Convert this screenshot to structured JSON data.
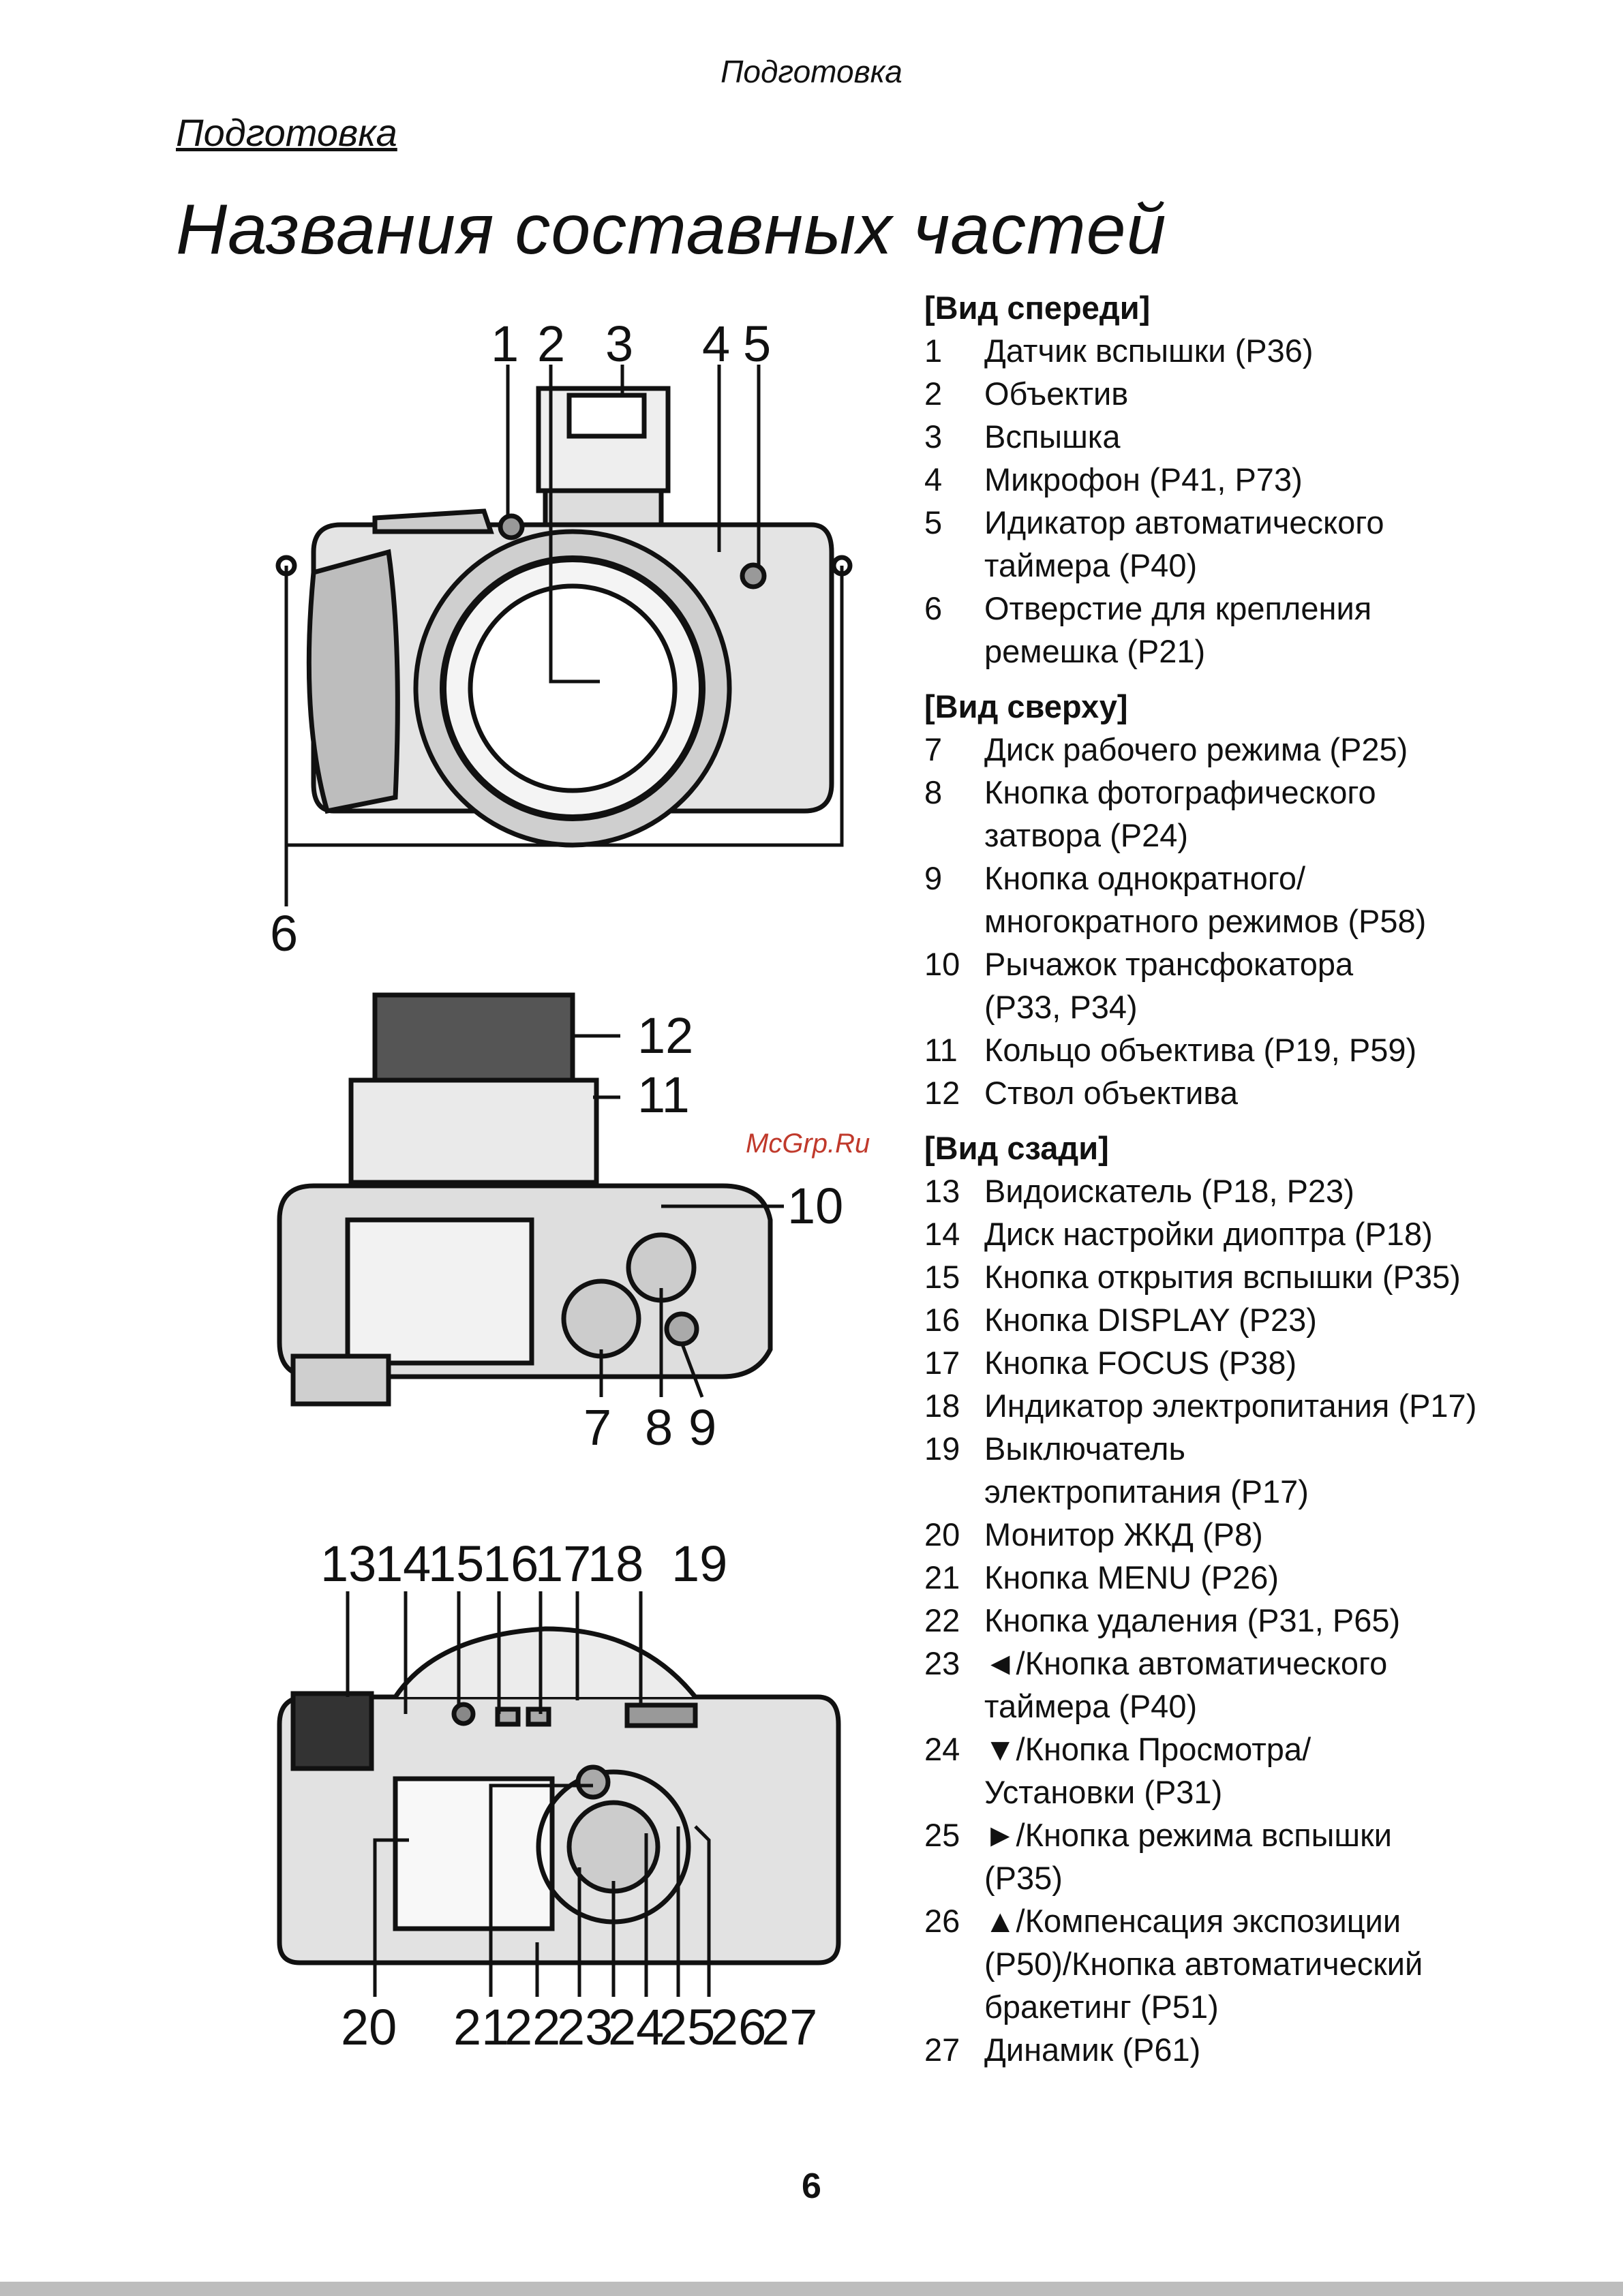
{
  "running_header": "Подготовка",
  "section_link": "Подготовка",
  "page_title": "Названия составных частей",
  "watermark": "McGrp.Ru",
  "page_number": "6",
  "figures": {
    "front_labels": [
      "1",
      "2",
      "3",
      "4",
      "5",
      "6"
    ],
    "top_labels": [
      "12",
      "11",
      "10",
      "7",
      "8",
      "9"
    ],
    "rear_labels": [
      "13",
      "14",
      "15",
      "16",
      "17",
      "18",
      "19",
      "20",
      "21",
      "22",
      "23",
      "24",
      "25",
      "26",
      "27"
    ]
  },
  "sections": [
    {
      "title": "[Вид спереди]",
      "items": [
        {
          "num": "1",
          "lines": [
            "Датчик вспышки (P36)"
          ]
        },
        {
          "num": "2",
          "lines": [
            "Объектив"
          ]
        },
        {
          "num": "3",
          "lines": [
            "Вспышка"
          ]
        },
        {
          "num": "4",
          "lines": [
            "Микрофон (P41, P73)"
          ]
        },
        {
          "num": "5",
          "lines": [
            "Идикатор автоматического",
            "таймера (P40)"
          ]
        },
        {
          "num": "6",
          "lines": [
            "Отверстие для крепления",
            "ремешка (P21)"
          ]
        }
      ]
    },
    {
      "title": "[Вид сверху]",
      "items": [
        {
          "num": "7",
          "lines": [
            "Диск рабочего режима (P25)"
          ]
        },
        {
          "num": "8",
          "lines": [
            "Кнопка фотографического",
            "затвора (P24)"
          ]
        },
        {
          "num": "9",
          "lines": [
            "Кнопка однократного/",
            "многократного режимов (P58)"
          ]
        },
        {
          "num": "10",
          "lines": [
            "Рычажок трансфокатора",
            "(P33, P34)"
          ]
        },
        {
          "num": "11",
          "lines": [
            "Кольцо объектива (P19, P59)"
          ]
        },
        {
          "num": "12",
          "lines": [
            "Ствол объектива"
          ]
        }
      ]
    },
    {
      "title": "[Вид сзади]",
      "items": [
        {
          "num": "13",
          "lines": [
            "Видоискатель (P18, P23)"
          ]
        },
        {
          "num": "14",
          "lines": [
            "Диск настройки диоптра (P18)"
          ]
        },
        {
          "num": "15",
          "lines": [
            "Кнопка открытия вспышки (P35)"
          ]
        },
        {
          "num": "16",
          "lines": [
            "Кнопка DISPLAY (P23)"
          ]
        },
        {
          "num": "17",
          "lines": [
            "Кнопка FOCUS (P38)"
          ]
        },
        {
          "num": "18",
          "lines": [
            "Индикатор электропитания (P17)"
          ]
        },
        {
          "num": "19",
          "lines": [
            "Выключатель",
            "электропитания (P17)"
          ]
        },
        {
          "num": "20",
          "lines": [
            "Монитор ЖКД (P8)"
          ]
        },
        {
          "num": "21",
          "lines": [
            "Кнопка MENU (P26)"
          ]
        },
        {
          "num": "22",
          "lines": [
            "Кнопка удаления (P31, P65)"
          ]
        },
        {
          "num": "23",
          "lines": [
            "◄/Кнопка автоматического",
            "таймера (P40)"
          ]
        },
        {
          "num": "24",
          "lines": [
            "▼/Кнопка Просмотра/",
            "Установки  (P31)"
          ]
        },
        {
          "num": "25",
          "lines": [
            "►/Кнопка режима вспышки",
            "(P35)"
          ]
        },
        {
          "num": "26",
          "lines": [
            "▲/Компенсация экспозиции",
            "(P50)/Кнопка автоматический",
            "бракетинг (P51)"
          ]
        },
        {
          "num": "27",
          "lines": [
            "Динамик (P61)"
          ]
        }
      ]
    }
  ]
}
